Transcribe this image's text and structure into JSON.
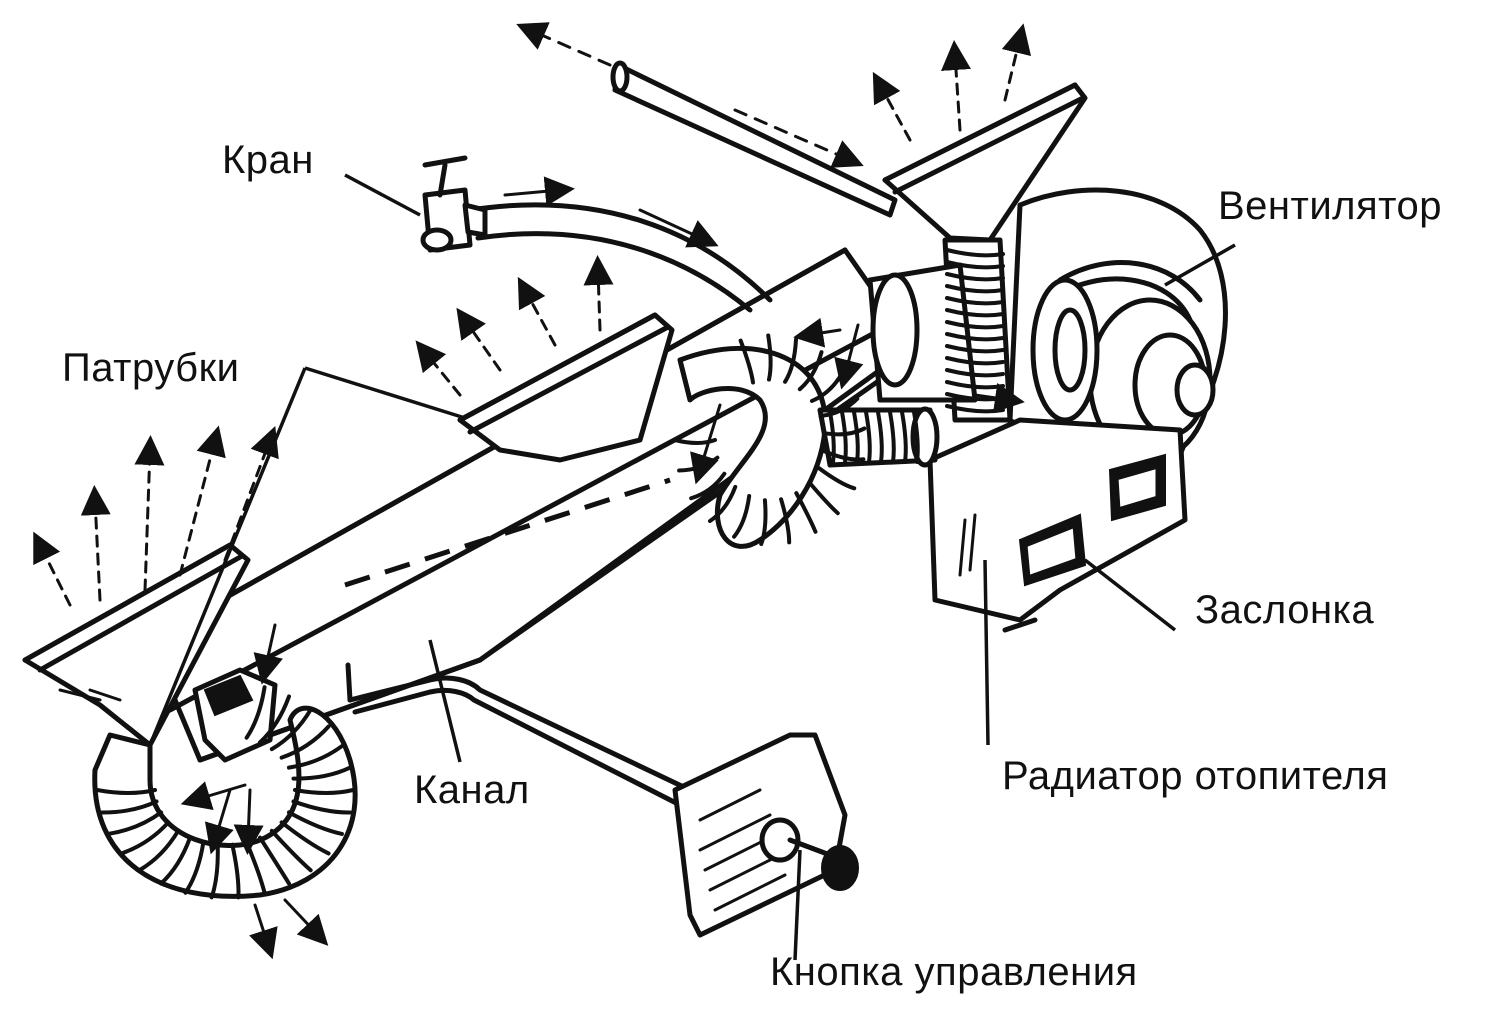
{
  "labels": {
    "kran": "Кран",
    "patrubki": "Патрубки",
    "ventilyator": "Вентилятор",
    "zaslonka": "Заслонка",
    "kanal": "Канал",
    "radiator": "Радиатор отопителя",
    "knopka": "Кнопка управления"
  },
  "colors": {
    "line": "#111111",
    "background": "#ffffff"
  }
}
